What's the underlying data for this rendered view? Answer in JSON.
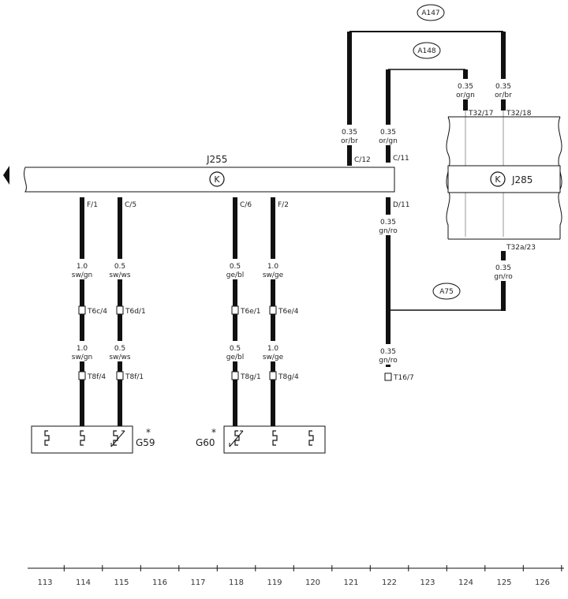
{
  "connectors": {
    "a147": "A147",
    "a148": "A148",
    "a75": "A75"
  },
  "components": {
    "j255": "J255",
    "j285": "J285",
    "g59": "G59",
    "g59_mark": "*",
    "g60": "G60",
    "g60_mark": "*"
  },
  "pins": {
    "c12": "C/12",
    "c11": "C/11",
    "d11": "D/11",
    "f1": "F/1",
    "c5": "C/5",
    "c6": "C/6",
    "f2": "F/2",
    "t32_17": "T32/17",
    "t32_18": "T32/18",
    "t32a_23": "T32a/23"
  },
  "wires": {
    "w121_size": "0.35",
    "w121_color": "or/br",
    "w122_size": "0.35",
    "w122_color": "or/gn",
    "w124_size": "0.35",
    "w124_color": "or/gn",
    "w125_size": "0.35",
    "w125_color": "or/br",
    "w122b_size": "0.35",
    "w122b_color": "gn/ro",
    "w125b_size": "0.35",
    "w125b_color": "gn/ro",
    "w122c_size": "0.35",
    "w122c_color": "gn/ro",
    "w114a_size": "1.0",
    "w114a_color": "sw/gn",
    "w115a_size": "0.5",
    "w115a_color": "sw/ws",
    "w118a_size": "0.5",
    "w118a_color": "ge/bl",
    "w119a_size": "1.0",
    "w119a_color": "sw/ge",
    "w114b_size": "1.0",
    "w114b_color": "sw/gn",
    "w115b_size": "0.5",
    "w115b_color": "sw/ws",
    "w118b_size": "0.5",
    "w118b_color": "ge/bl",
    "w119b_size": "1.0",
    "w119b_color": "sw/ge"
  },
  "terminals": {
    "t6c4": "T6c/4",
    "t6d1": "T6d/1",
    "t6e1": "T6e/1",
    "t6e4": "T6e/4",
    "t8f4": "T8f/4",
    "t8f1": "T8f/1",
    "t8g1": "T8g/1",
    "t8g4": "T8g/4",
    "t16_7": "T16/7"
  },
  "grid": [
    "113",
    "114",
    "115",
    "116",
    "117",
    "118",
    "119",
    "120",
    "121",
    "122",
    "123",
    "124",
    "125",
    "126"
  ]
}
